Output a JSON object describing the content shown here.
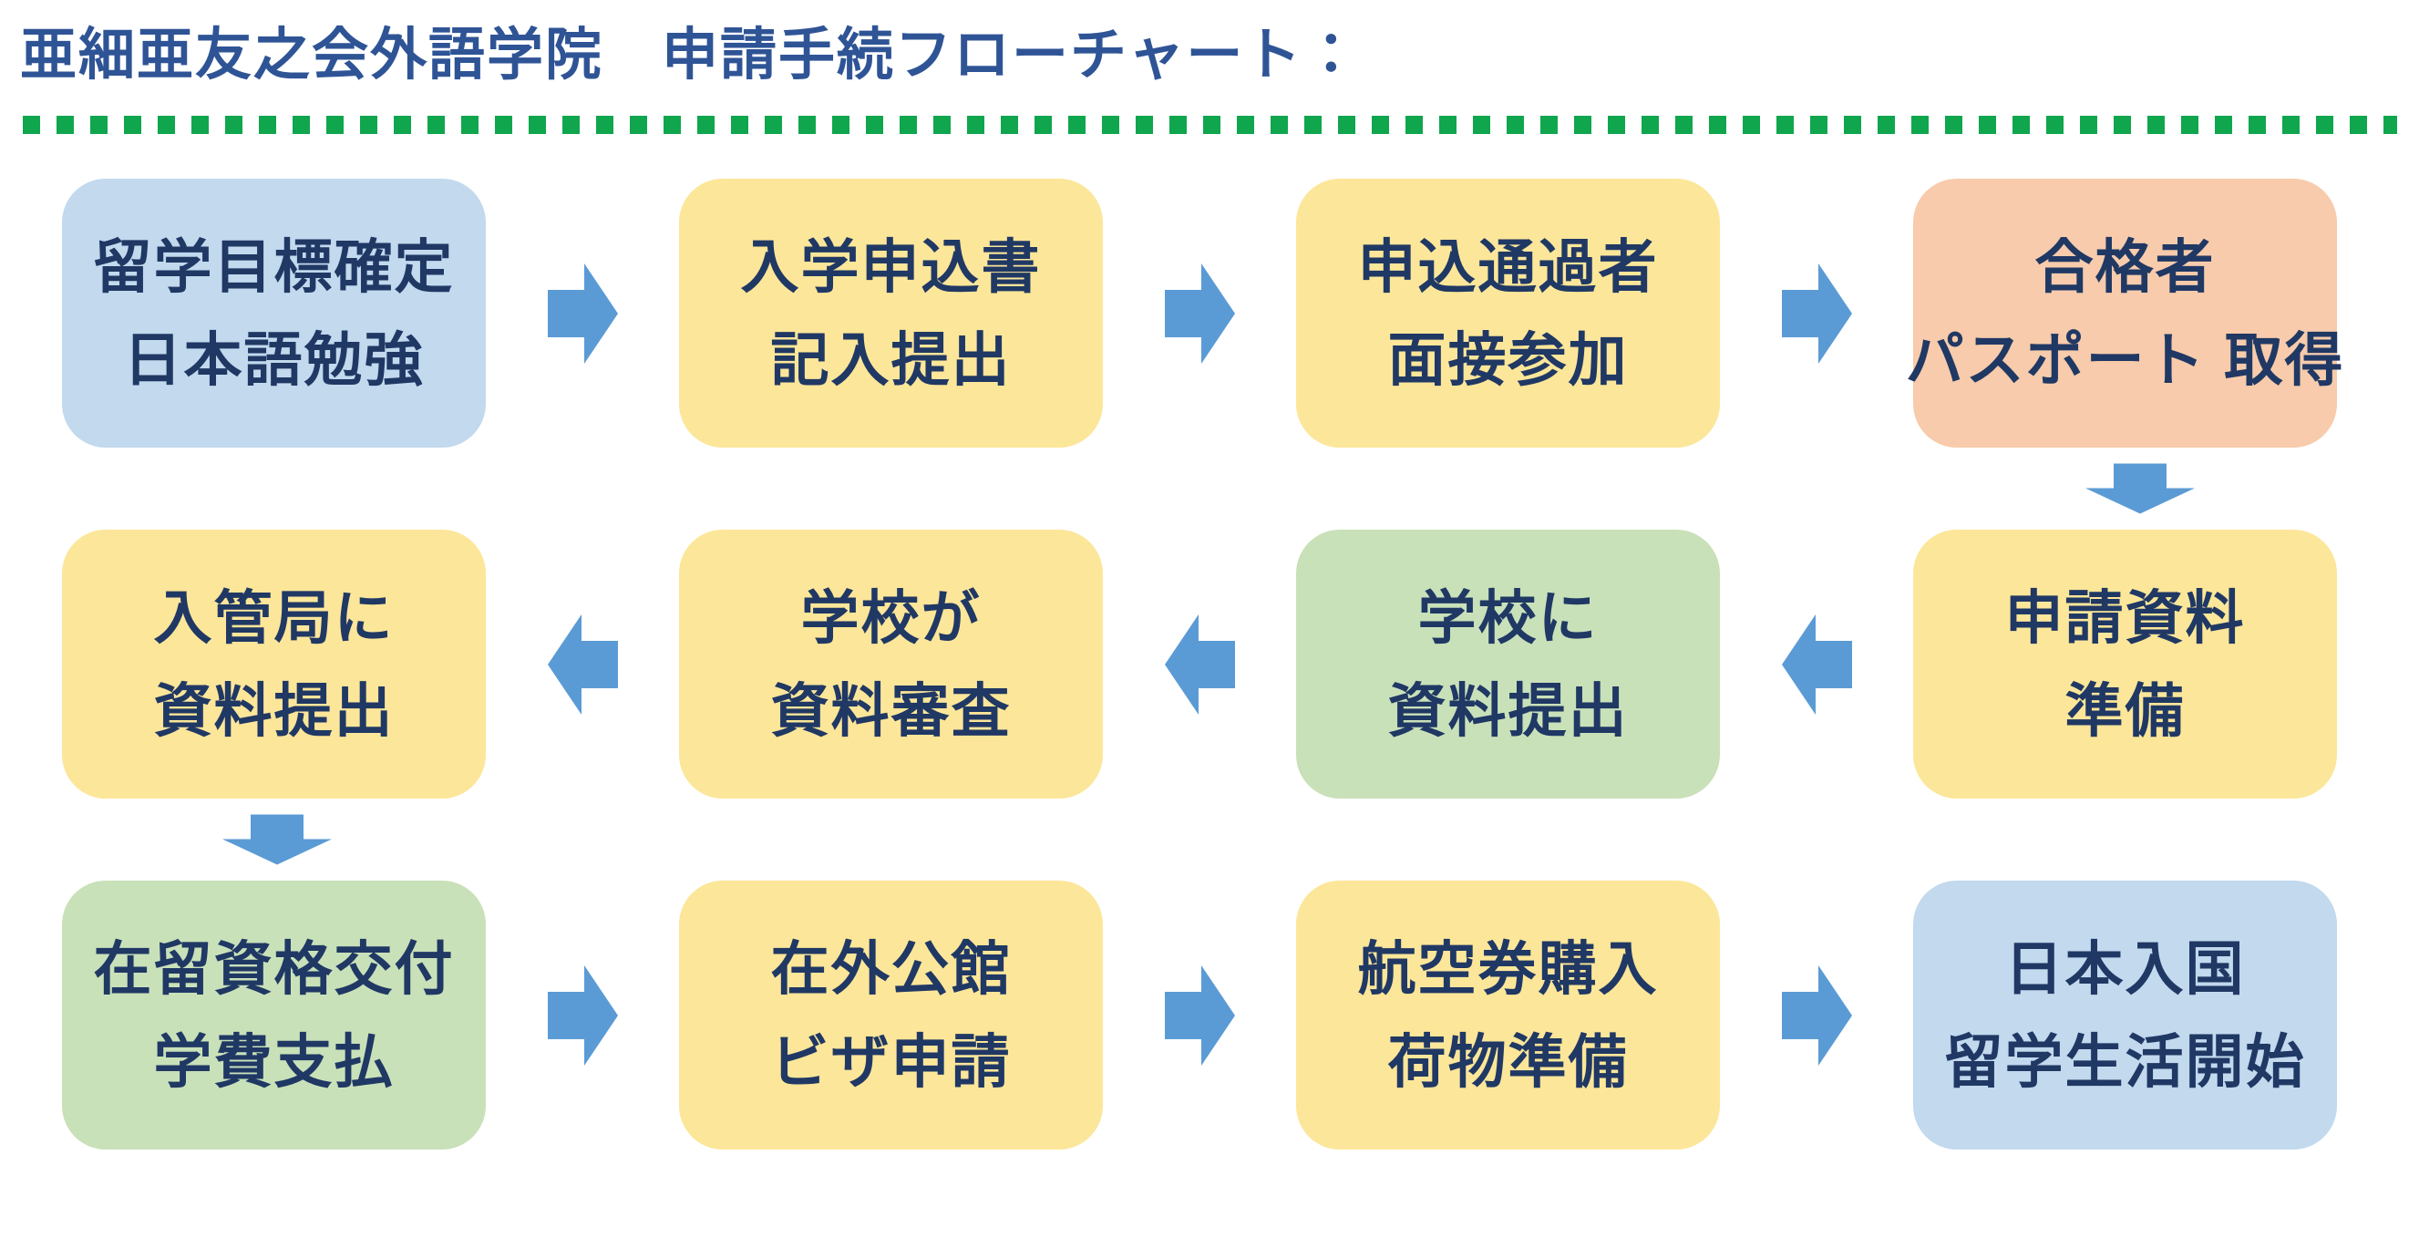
{
  "title": "亜細亜友之会外語学院　申請手続フローチャート：",
  "steps": [
    {
      "line1": "留学目標確定",
      "line2": "日本語勉強",
      "color": "blue"
    },
    {
      "line1": "入学申込書",
      "line2": "記入提出",
      "color": "yellow"
    },
    {
      "line1": "申込通過者",
      "line2": "面接参加",
      "color": "yellow"
    },
    {
      "line1": "合格者",
      "line2": "パスポート 取得",
      "color": "orange"
    },
    {
      "line1": "申請資料",
      "line2": "準備",
      "color": "yellow"
    },
    {
      "line1": "学校に",
      "line2": "資料提出",
      "color": "green"
    },
    {
      "line1": "学校が",
      "line2": "資料審査",
      "color": "yellow"
    },
    {
      "line1": "入管局に",
      "line2": "資料提出",
      "color": "yellow"
    },
    {
      "line1": "在留資格交付",
      "line2": "学費支払",
      "color": "green"
    },
    {
      "line1": "在外公館",
      "line2": "ビザ申請",
      "color": "yellow"
    },
    {
      "line1": "航空券購入",
      "line2": "荷物準備",
      "color": "yellow"
    },
    {
      "line1": "日本入国",
      "line2": "留学生活開始",
      "color": "blue"
    }
  ],
  "colors": {
    "background": "#ffffff",
    "title": "#2f5496",
    "text": "#203864",
    "arrow": "#5b9bd5",
    "divider": "#10a64e",
    "box_blue": "#c2d9ee",
    "box_yellow": "#fce699",
    "box_orange": "#f7cbab",
    "box_green": "#c9e1b9"
  }
}
